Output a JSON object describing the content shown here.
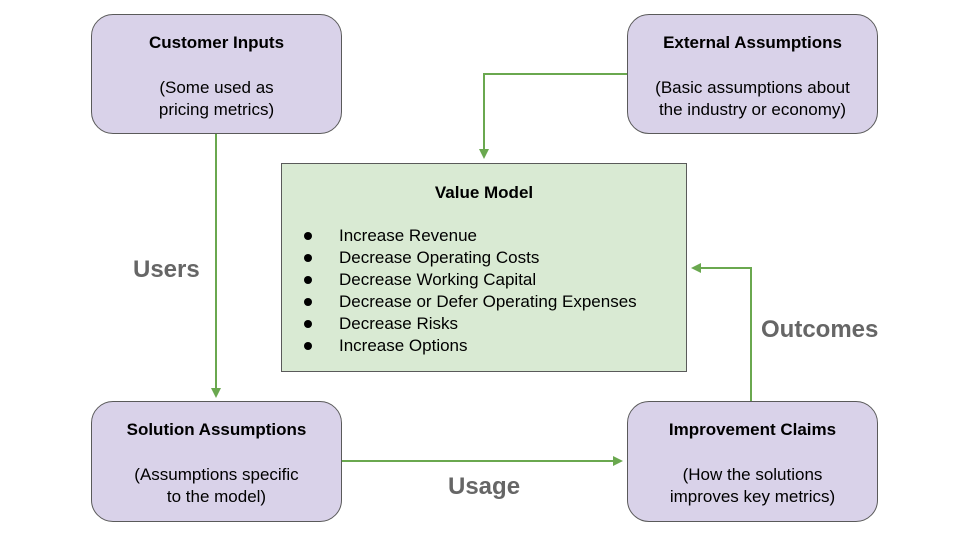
{
  "boxes": {
    "customer_inputs": {
      "title": "Customer Inputs",
      "desc_lines": [
        "(Some used as",
        "pricing metrics)"
      ]
    },
    "external_assumptions": {
      "title": "External Assumptions",
      "desc_lines": [
        "(Basic assumptions about",
        "the industry or economy)"
      ]
    },
    "solution_assumptions": {
      "title": "Solution Assumptions",
      "desc_lines": [
        "(Assumptions specific",
        "to the model)"
      ]
    },
    "improvement_claims": {
      "title": "Improvement Claims",
      "desc_lines": [
        "(How the solutions",
        "improves key metrics)"
      ]
    }
  },
  "value_model": {
    "title": "Value Model",
    "items": [
      "Increase Revenue",
      "Decrease Operating Costs",
      "Decrease Working Capital",
      "Decrease or Defer Operating Expenses",
      "Decrease Risks",
      "Increase Options"
    ]
  },
  "flows": {
    "users": "Users",
    "usage": "Usage",
    "outcomes": "Outcomes"
  },
  "colors": {
    "process_box_fill": "#d9d2e9",
    "value_box_fill": "#d9ead3",
    "arrow": "#6aa84f",
    "flow_label": "#666666"
  }
}
